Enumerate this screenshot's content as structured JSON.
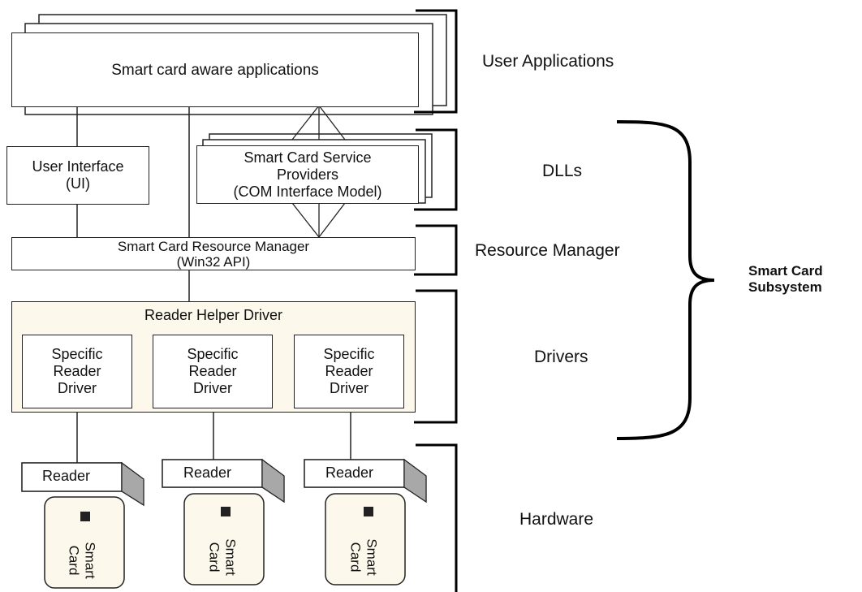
{
  "apps": {
    "label": "Smart card aware applications"
  },
  "ui_box": {
    "label": "User Interface\n(UI)"
  },
  "providers": {
    "label": "Smart Card Service\nProviders\n(COM Interface Model)"
  },
  "resource_manager": {
    "label": "Smart Card Resource Manager\n(Win32 API)"
  },
  "helper_driver": {
    "label": "Reader Helper Driver"
  },
  "specific_drivers": [
    {
      "label": "Specific\nReader\nDriver"
    },
    {
      "label": "Specific\nReader\nDriver"
    },
    {
      "label": "Specific\nReader\nDriver"
    }
  ],
  "readers": [
    {
      "reader_label": "Reader",
      "card_label": "Smart\nCard"
    },
    {
      "reader_label": "Reader",
      "card_label": "Smart\nCard"
    },
    {
      "reader_label": "Reader",
      "card_label": "Smart\nCard"
    }
  ],
  "layers": {
    "user_applications": "User Applications",
    "dlls": "DLLs",
    "resource_manager": "Resource Manager",
    "drivers": "Drivers",
    "hardware": "Hardware"
  },
  "subsystem": {
    "label": "Smart Card\nSubsystem"
  }
}
